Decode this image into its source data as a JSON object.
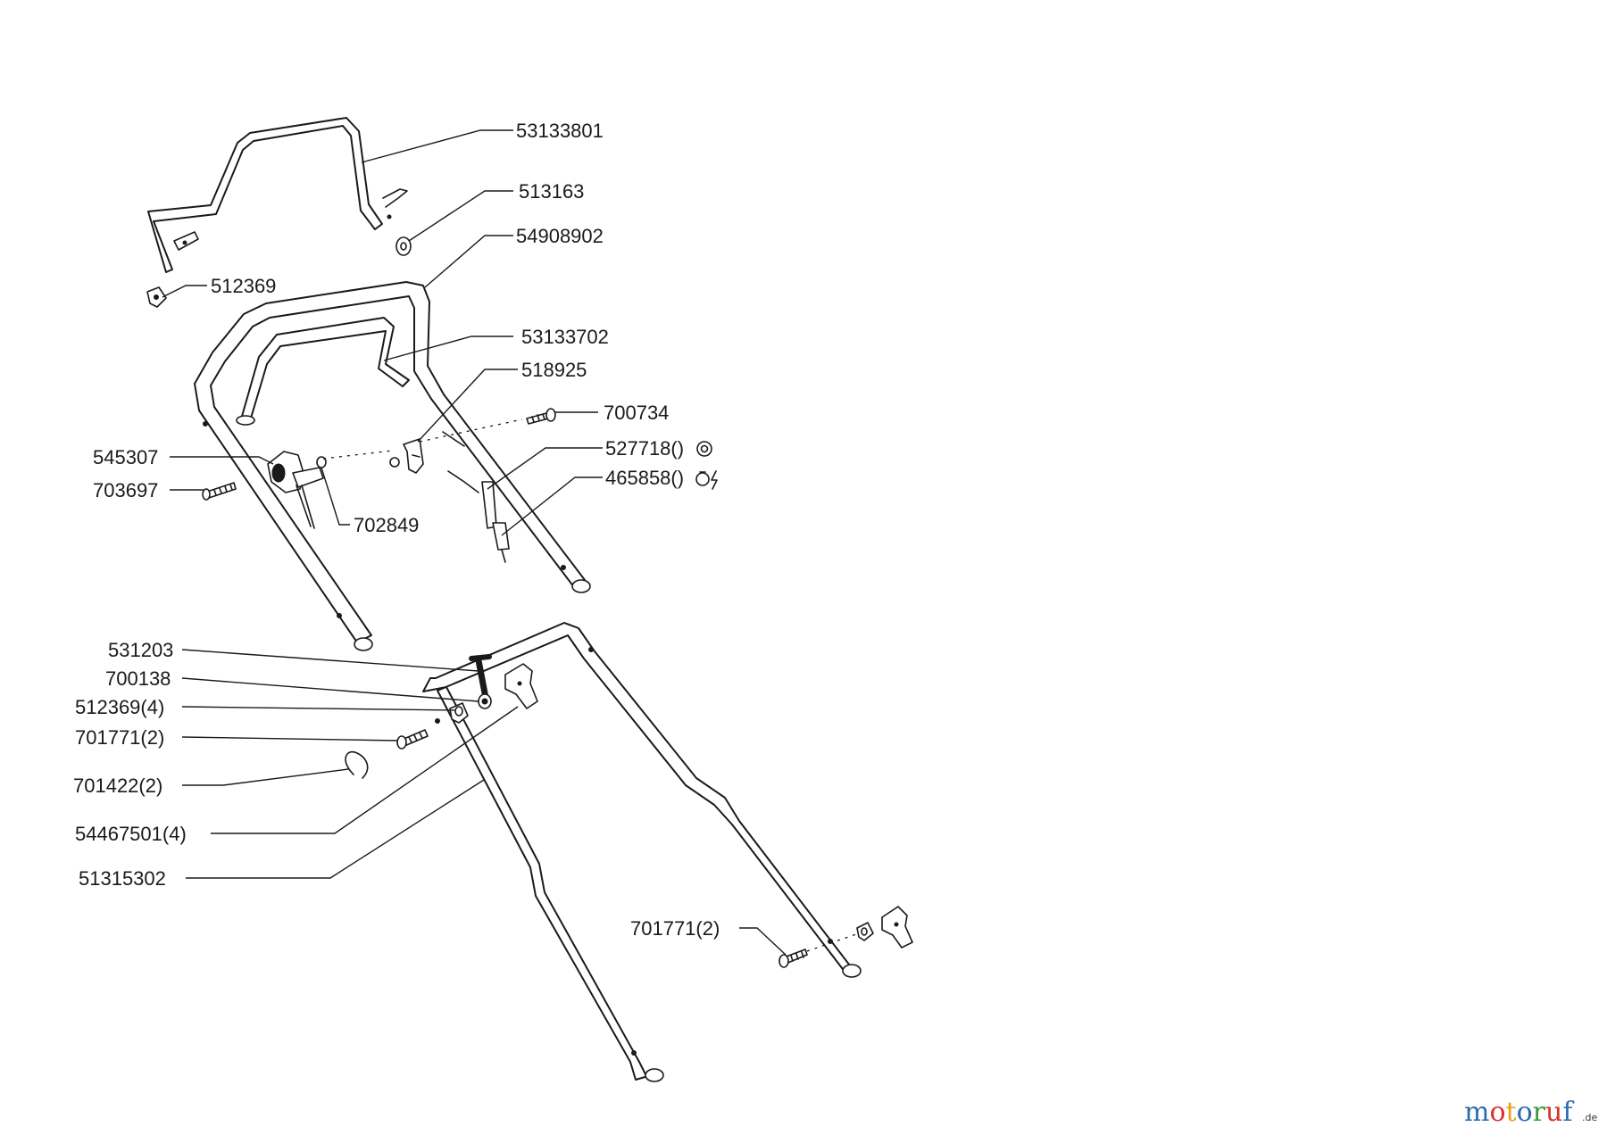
{
  "parts": [
    {
      "id": "p1",
      "label": "53133801"
    },
    {
      "id": "p2",
      "label": "513163"
    },
    {
      "id": "p3",
      "label": "54908902"
    },
    {
      "id": "p4",
      "label": "512369"
    },
    {
      "id": "p5",
      "label": "53133702"
    },
    {
      "id": "p6",
      "label": "518925"
    },
    {
      "id": "p7",
      "label": "700734"
    },
    {
      "id": "p8",
      "label": "527718()"
    },
    {
      "id": "p9",
      "label": "465858()"
    },
    {
      "id": "p10",
      "label": "545307"
    },
    {
      "id": "p11",
      "label": "703697"
    },
    {
      "id": "p12",
      "label": "702849"
    },
    {
      "id": "p13",
      "label": "531203"
    },
    {
      "id": "p14",
      "label": "700138"
    },
    {
      "id": "p15",
      "label": "512369(4)"
    },
    {
      "id": "p16",
      "label": "701771(2)"
    },
    {
      "id": "p17",
      "label": "701422(2)"
    },
    {
      "id": "p18",
      "label": "54467501(4)"
    },
    {
      "id": "p19",
      "label": "51315302"
    },
    {
      "id": "p20",
      "label": "701771(2)"
    }
  ],
  "watermark": {
    "letters": [
      {
        "char": "m",
        "color": "#2a6bb0"
      },
      {
        "char": "o",
        "color": "#d9322b"
      },
      {
        "char": "t",
        "color": "#e8a317"
      },
      {
        "char": "o",
        "color": "#2a6bb0"
      },
      {
        "char": "r",
        "color": "#3c9a3c"
      },
      {
        "char": "u",
        "color": "#d9322b"
      },
      {
        "char": "f",
        "color": "#2a6bb0"
      }
    ],
    "suffix": ".de"
  }
}
